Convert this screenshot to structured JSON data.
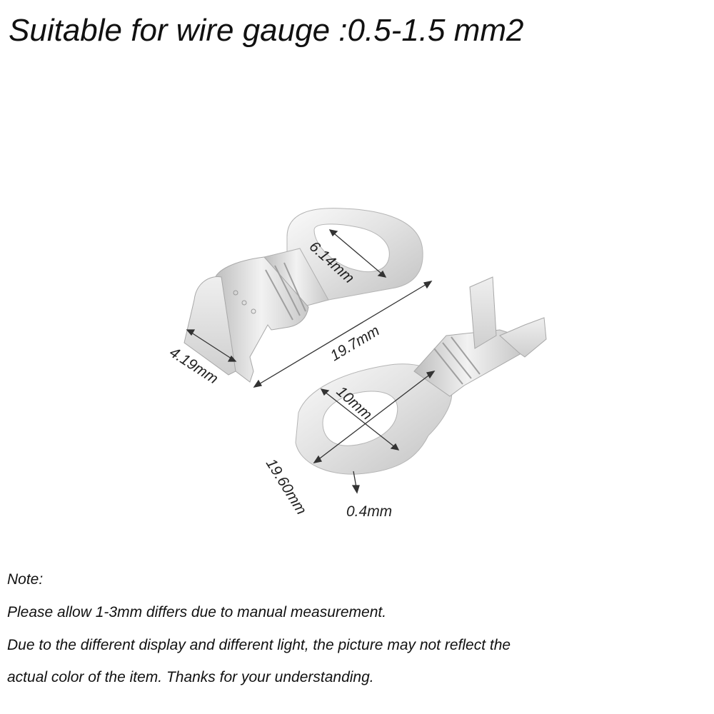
{
  "title": "Suitable for wire gauge :0.5-1.5 mm2",
  "dimensions": {
    "ring_hole_top": "6.14mm",
    "overall_length": "19.7mm",
    "crimp_width": "4.19mm",
    "ring_hole_bottom": "10mm",
    "ring_width": "19.60mm",
    "thickness": "0.4mm"
  },
  "notes": {
    "heading": "Note:",
    "line1": "Please allow 1-3mm differs due to manual measurement.",
    "line2": "Due to the different display and different light, the picture may not reflect the",
    "line3": "actual color of the item. Thanks for your understanding."
  },
  "colors": {
    "metal_light": "#f1f1f1",
    "metal_mid": "#d6d6d6",
    "metal_dark": "#a9a9a9",
    "line": "#333333"
  }
}
